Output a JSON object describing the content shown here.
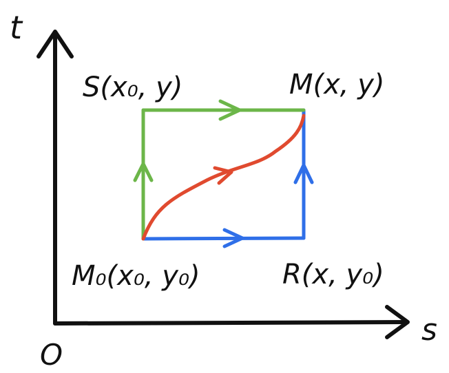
{
  "axes": {
    "vertical_label": "t",
    "horizontal_label": "s",
    "origin_label": "O"
  },
  "points": {
    "m0": "M₀(x₀, y₀)",
    "r": "R(x, y₀)",
    "s": "S(x₀, y)",
    "m": "M(x, y)"
  },
  "colors": {
    "axis": "#111111",
    "path_m0_r_m": "#2f6fe8",
    "path_m0_s_m": "#6cb649",
    "path_m0_m_curve": "#e04a2f"
  }
}
